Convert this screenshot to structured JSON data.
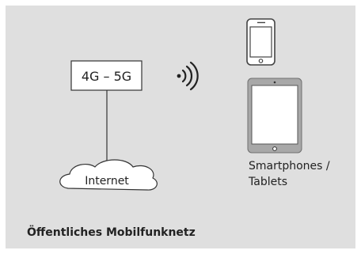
{
  "diagram": {
    "network_box": {
      "label": "4G – 5G"
    },
    "cloud": {
      "label": "Internet"
    },
    "signal": {
      "icon": "wireless-signal-icon"
    },
    "devices": {
      "label_line1": "Smartphones /",
      "label_line2": "Tablets",
      "smartphone": {
        "icon": "smartphone-icon"
      },
      "tablet": {
        "icon": "tablet-icon"
      }
    },
    "caption": "Öffentliches Mobilfunknetz"
  },
  "colors": {
    "panel_background": "#dfdfdf",
    "stroke": "#333333",
    "device_fill": "#ffffff",
    "device_frame": "#a8a8a8",
    "text": "#222222"
  }
}
